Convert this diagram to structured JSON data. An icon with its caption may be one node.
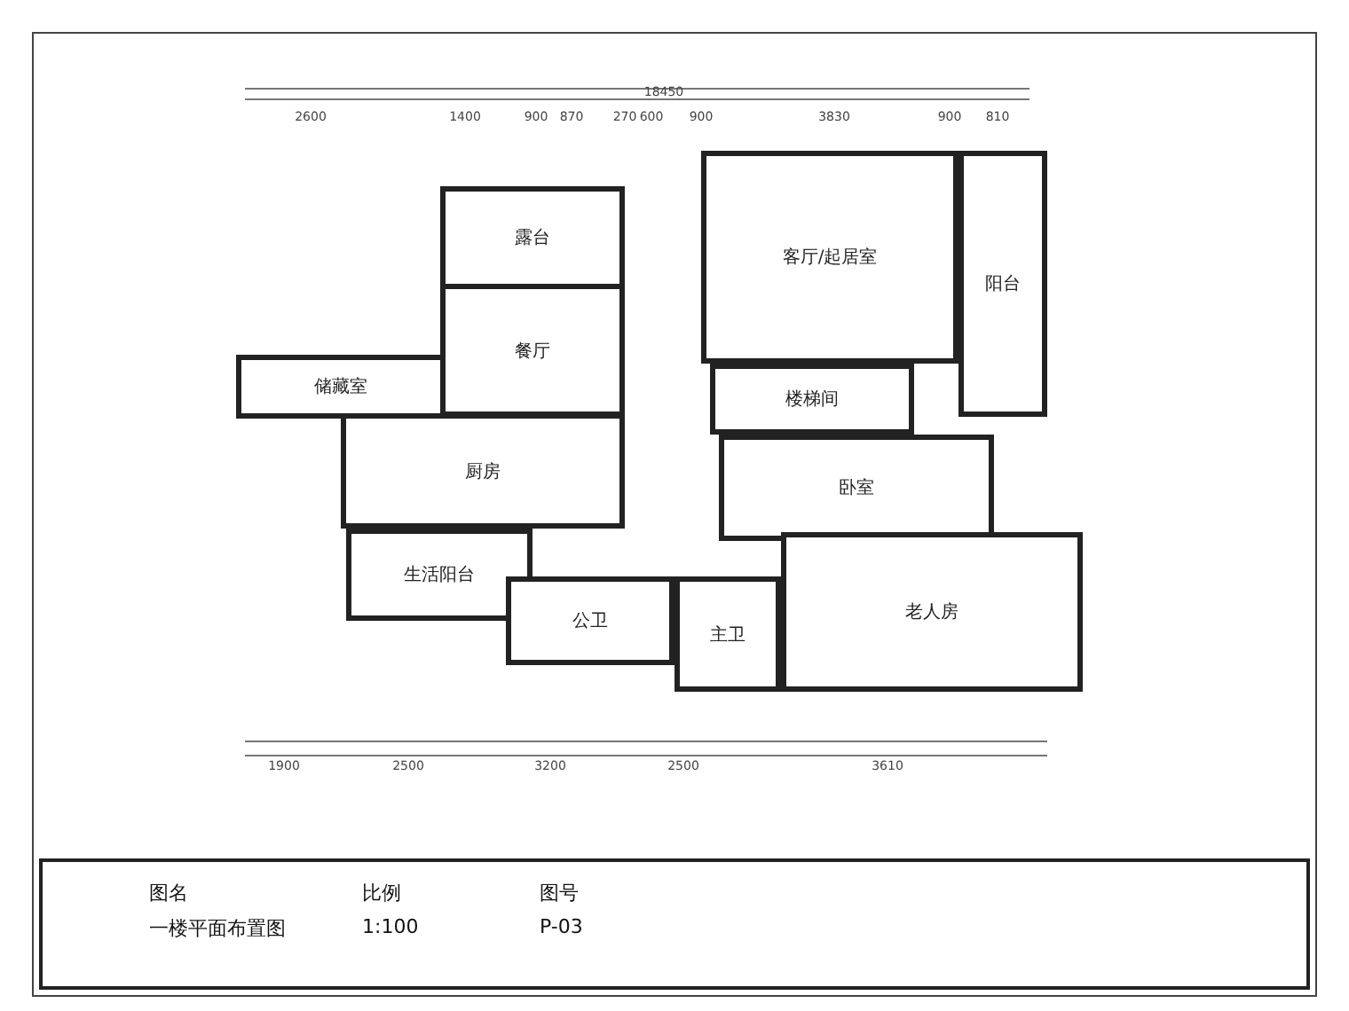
{
  "diagram": {
    "nodes": [
      {
        "text": [
          "露台"
        ]
      },
      {
        "text": [
          "客厅/起居室"
        ]
      },
      {
        "text": [
          "阳台"
        ]
      },
      {
        "text": [
          "餐厅"
        ]
      },
      {
        "text": [
          "储藏室"
        ]
      },
      {
        "text": [
          "厨房"
        ]
      },
      {
        "text": [
          "楼梯间"
        ]
      },
      {
        "text": [
          "卧室"
        ]
      },
      {
        "text": [
          "生活阳台"
        ]
      },
      {
        "text": [
          "公卫"
        ]
      },
      {
        "text": [
          "主卫"
        ]
      },
      {
        "text": [
          "老人房"
        ]
      }
    ],
    "edges": [],
    "labels": [
      "18450",
      "2600",
      "1400",
      "900",
      "870",
      "270",
      "600",
      "900",
      "3830",
      "900",
      "810",
      "1900",
      "2500",
      "3200",
      "2500",
      "3610",
      "图名",
      "一楼平面布置图",
      "比例",
      "1:100",
      "图号",
      "P-03"
    ]
  }
}
